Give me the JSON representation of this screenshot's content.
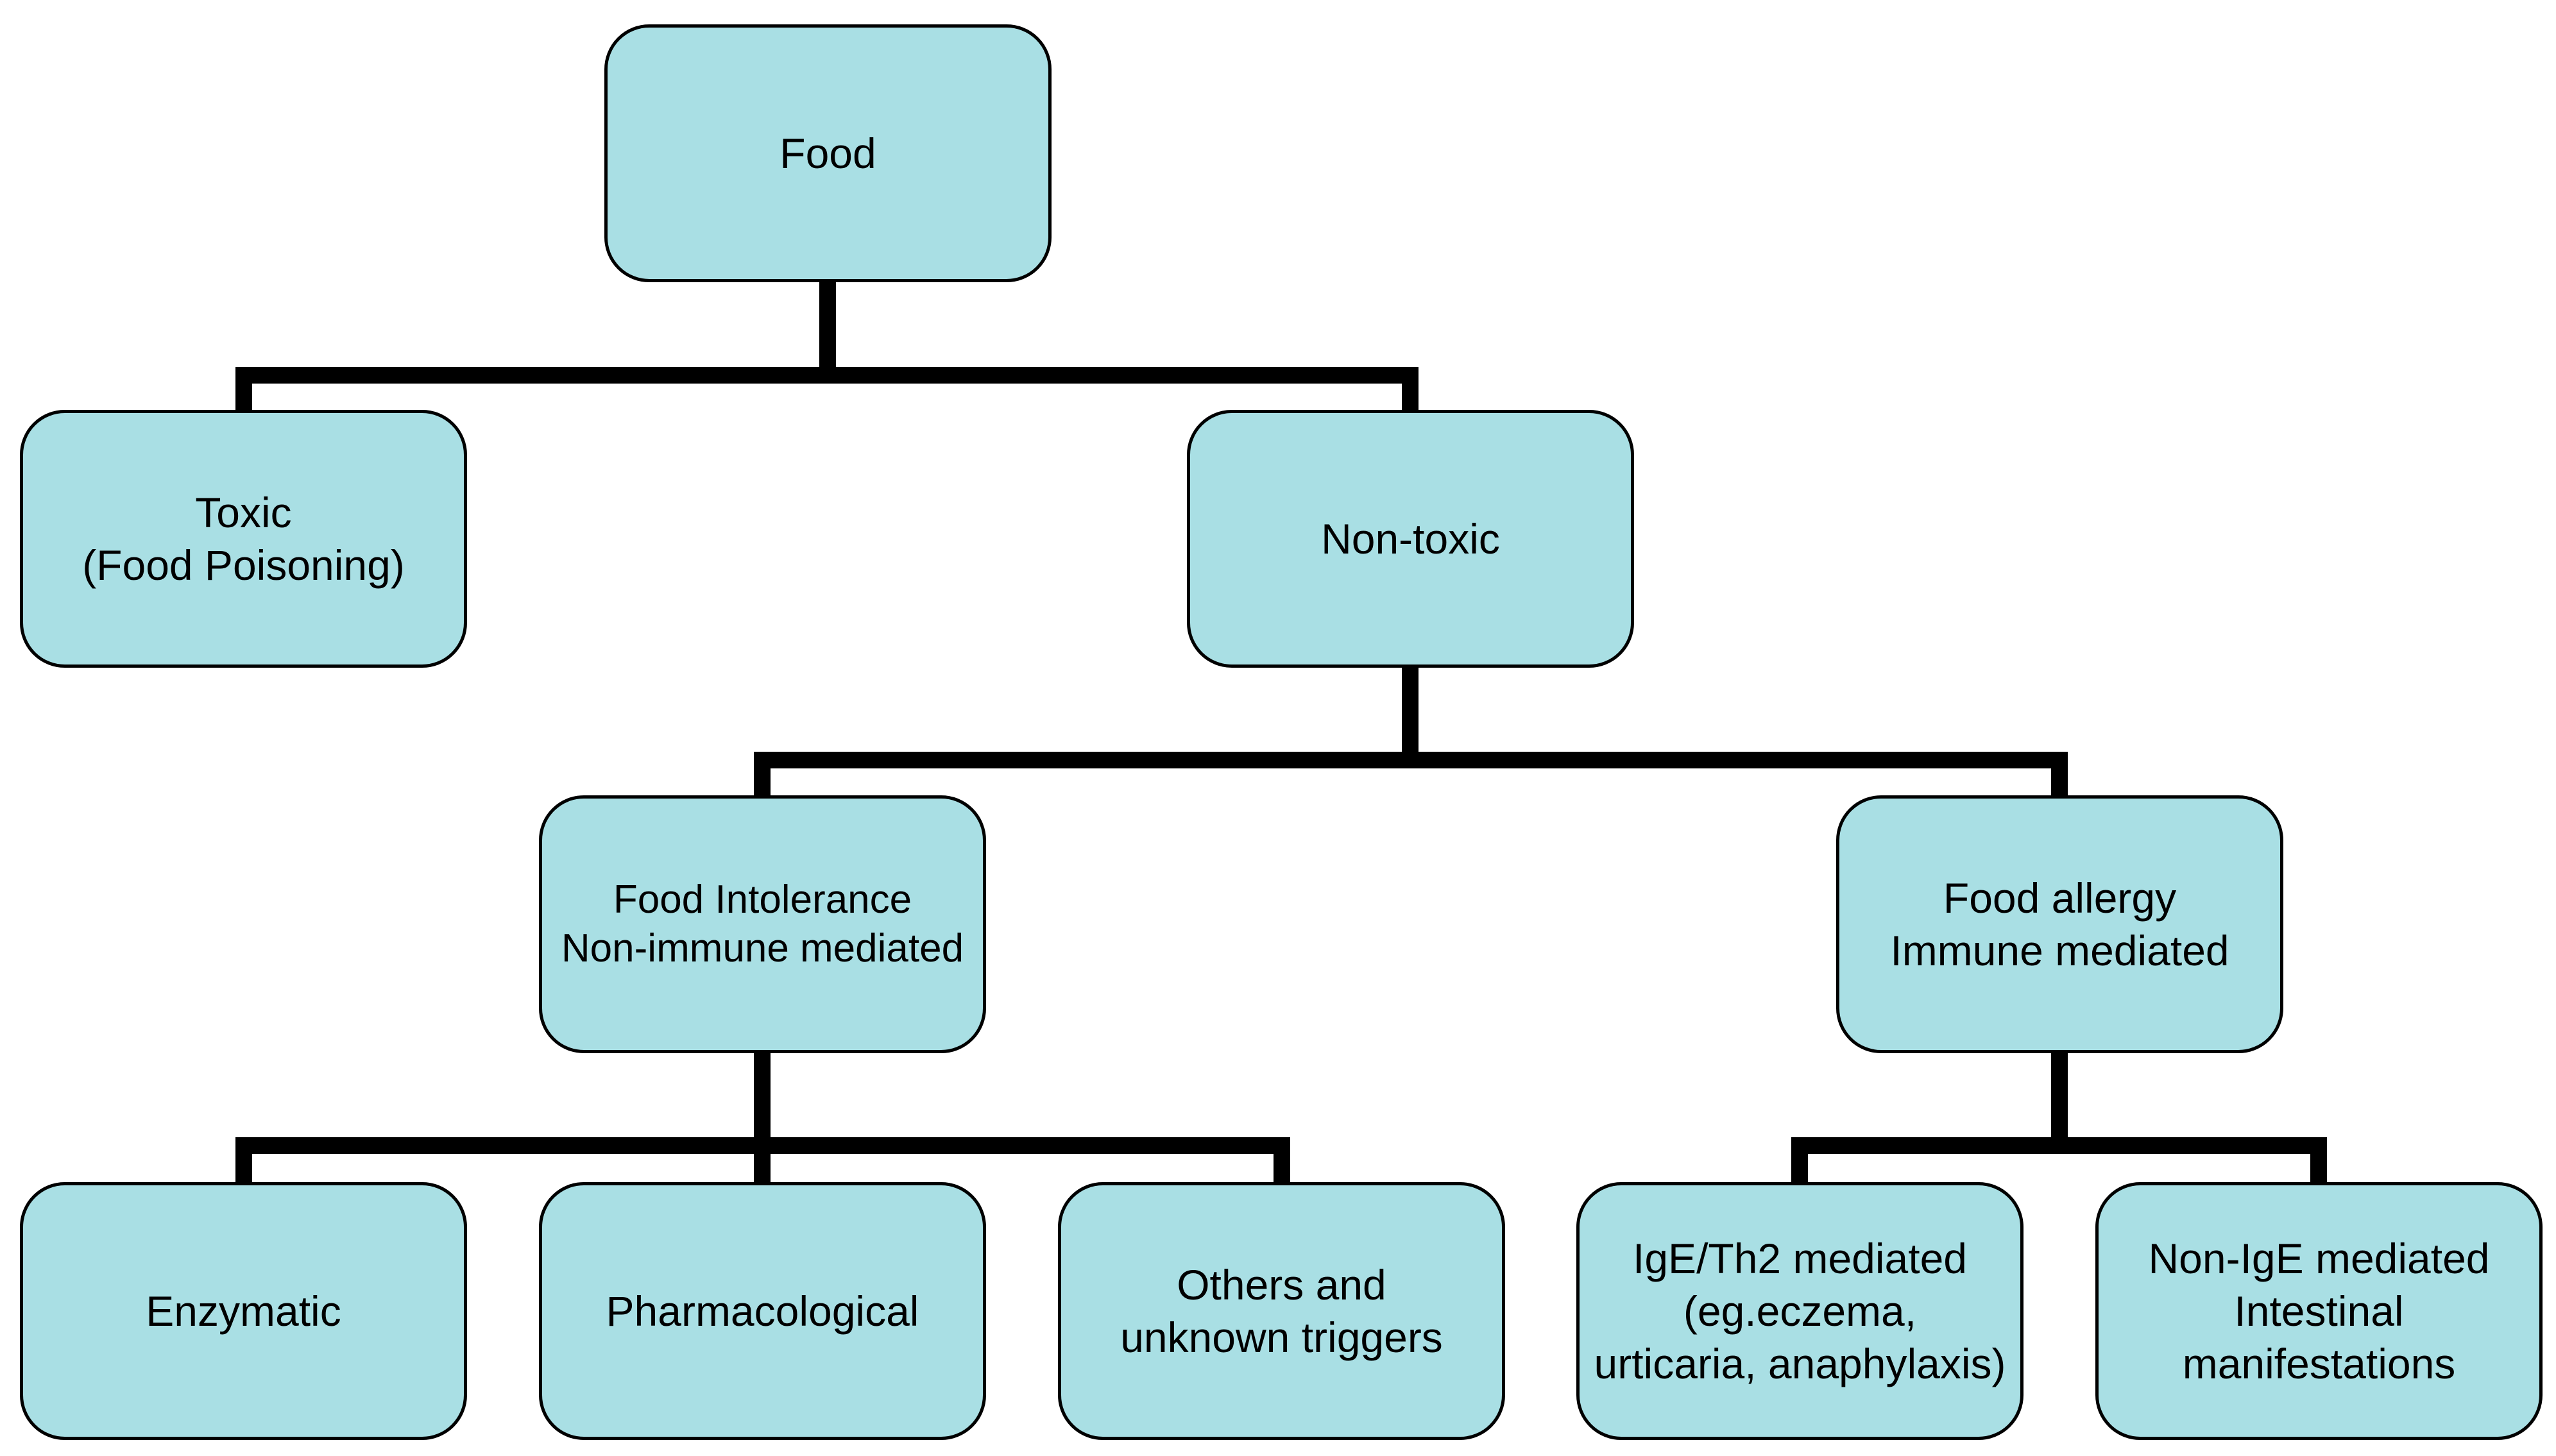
{
  "diagram": {
    "nodes": {
      "food": {
        "lines": [
          "Food"
        ]
      },
      "toxic": {
        "lines": [
          "Toxic",
          "(Food Poisoning)"
        ]
      },
      "nontoxic": {
        "lines": [
          "Non-toxic"
        ]
      },
      "intolerance": {
        "lines": [
          "Food Intolerance",
          "Non-immune mediated"
        ]
      },
      "allergy": {
        "lines": [
          "Food allergy",
          "Immune mediated"
        ]
      },
      "enzymatic": {
        "lines": [
          "Enzymatic"
        ]
      },
      "pharmacological": {
        "lines": [
          "Pharmacological"
        ]
      },
      "others": {
        "lines": [
          "Others and",
          "unknown triggers"
        ]
      },
      "ige": {
        "lines": [
          "IgE/Th2 mediated",
          "(eg.eczema,",
          "urticaria, anaphylaxis)"
        ]
      },
      "nonige": {
        "lines": [
          "Non-IgE mediated",
          "Intestinal",
          "manifestations"
        ]
      }
    },
    "edges": [
      {
        "from": "food",
        "to": [
          "toxic",
          "nontoxic"
        ]
      },
      {
        "from": "nontoxic",
        "to": [
          "intolerance",
          "allergy"
        ]
      },
      {
        "from": "intolerance",
        "to": [
          "enzymatic",
          "pharmacological",
          "others"
        ]
      },
      {
        "from": "allergy",
        "to": [
          "ige",
          "nonige"
        ]
      }
    ],
    "colors": {
      "node_fill": "#a9dfe4",
      "node_border": "#000000",
      "connector": "#000000",
      "text": "#000000"
    }
  }
}
